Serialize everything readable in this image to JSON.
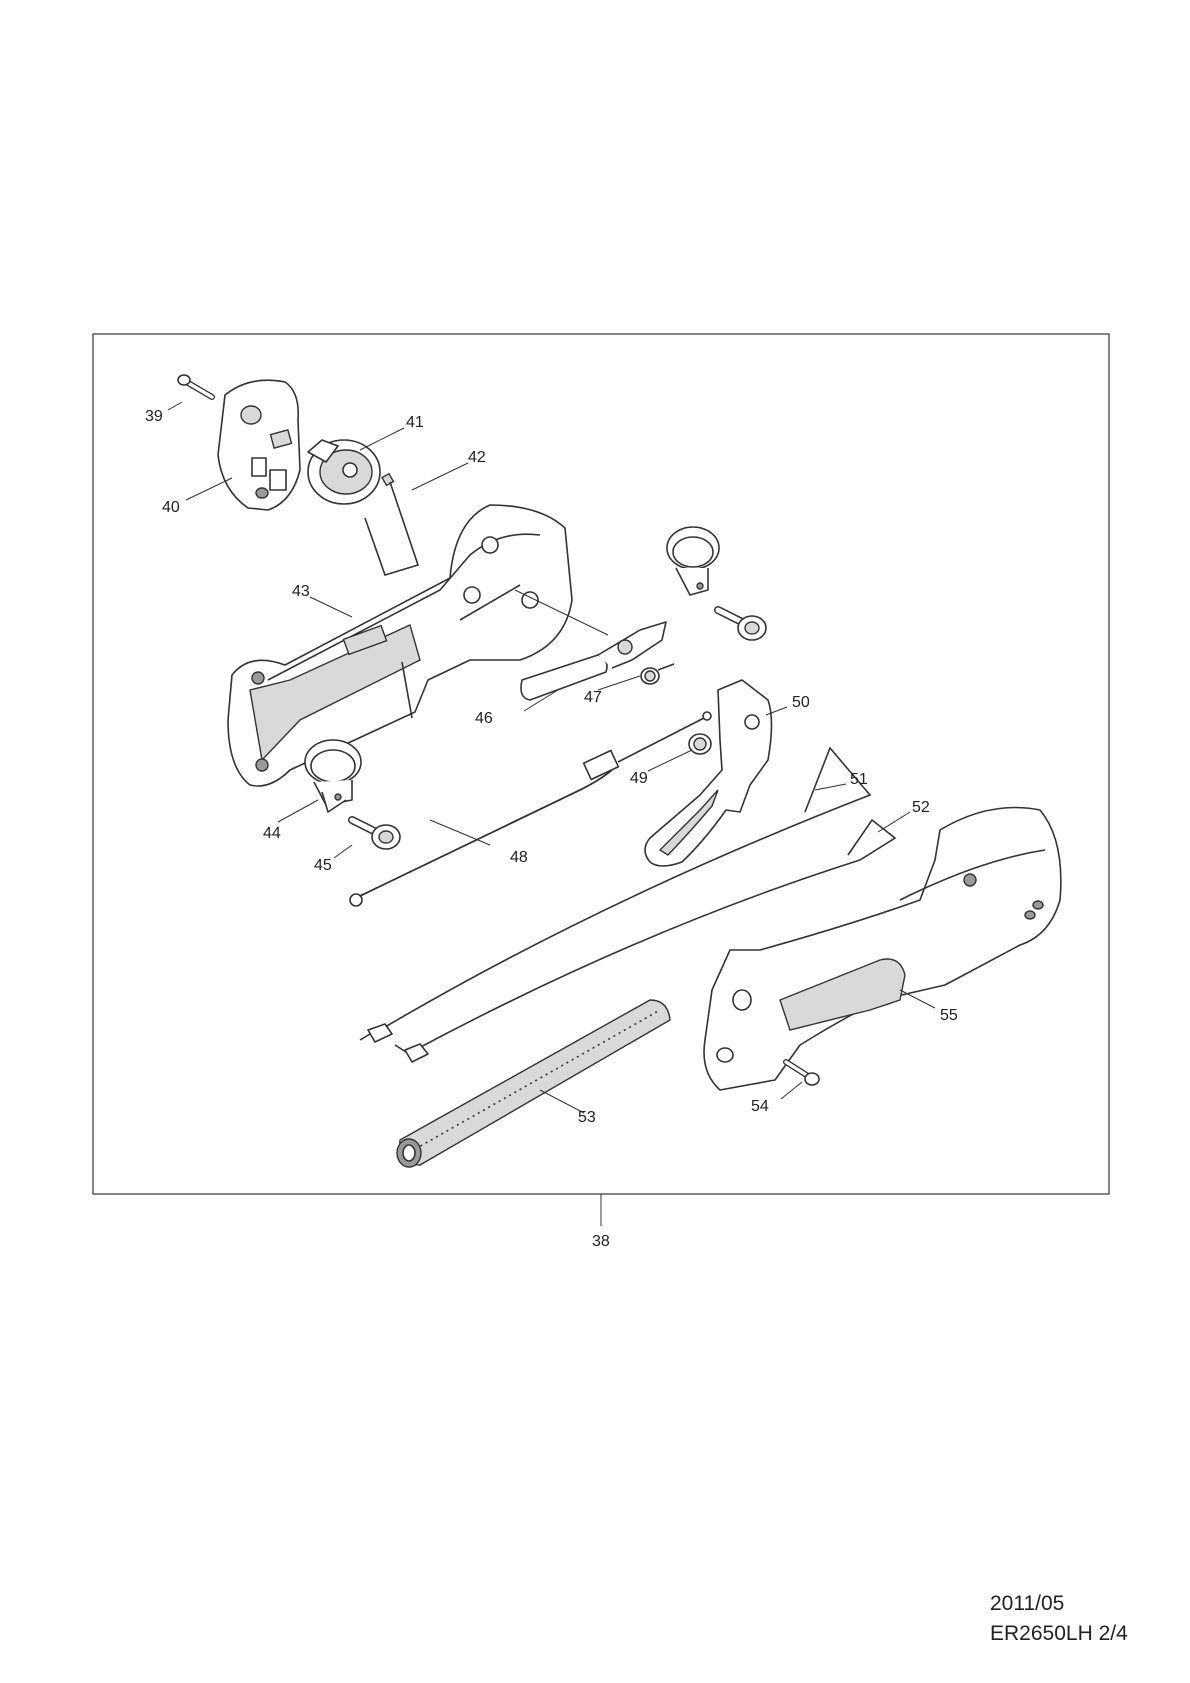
{
  "callouts": {
    "c38": "38",
    "c39": "39",
    "c40": "40",
    "c41": "41",
    "c42": "42",
    "c43": "43",
    "c44": "44",
    "c45": "45",
    "c46": "46",
    "c47": "47",
    "c48": "48",
    "c49": "49",
    "c50": "50",
    "c51": "51",
    "c52": "52",
    "c53": "53",
    "c54": "54",
    "c55": "55"
  },
  "footer": {
    "date": "2011/05",
    "model_page": "ER2650LH 2/4"
  }
}
